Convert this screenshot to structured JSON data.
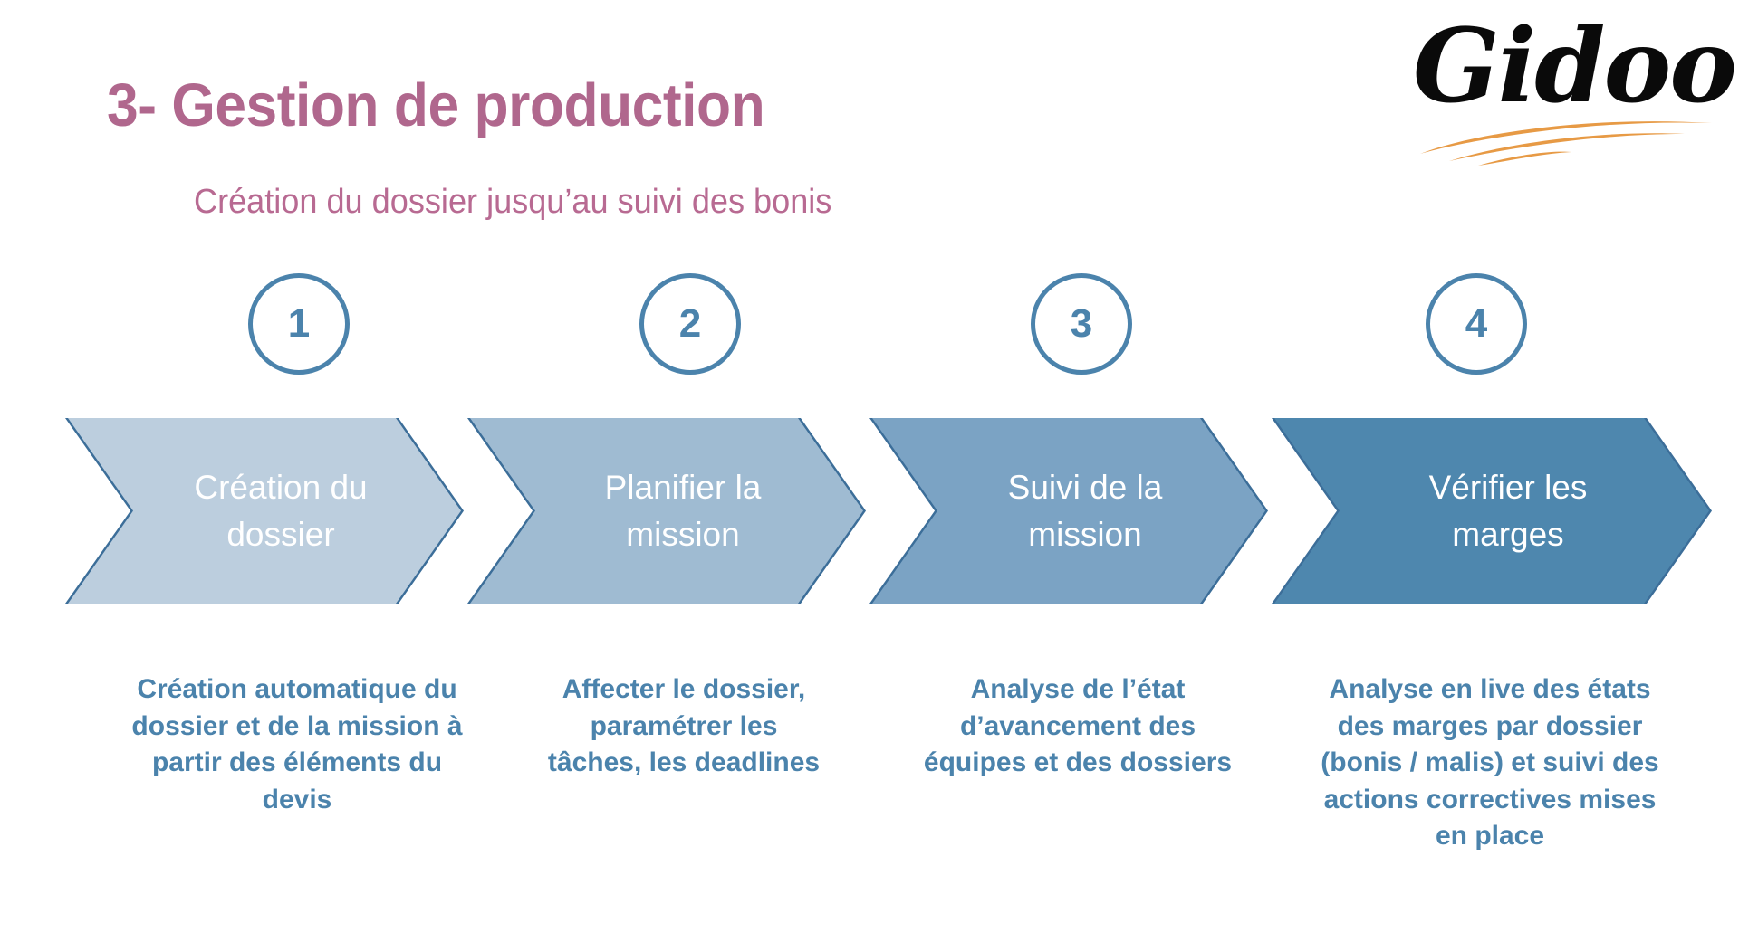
{
  "header": {
    "title": "3- Gestion de production",
    "subtitle": "Création du dossier jusqu’au suivi des bonis",
    "title_color": "#B0678D",
    "subtitle_color": "#B86A92"
  },
  "logo": {
    "wordmark": "Gidoo",
    "text_color": "#000000",
    "swoosh_color": "#E79A45"
  },
  "theme": {
    "accent_blue": "#4B83AC",
    "outline_blue": "#3C6E99",
    "chevron_fills": [
      "#BCCEDE",
      "#9FBBD2",
      "#7BA3C4",
      "#4E87AE"
    ],
    "background": "#FFFFFF"
  },
  "steps": [
    {
      "number": "1",
      "label": "Création du dossier",
      "description": "Création automatique du dossier et de la mission à partir des éléments du devis",
      "fill": "#BCCEDE"
    },
    {
      "number": "2",
      "label": "Planifier la mission",
      "description": "Affecter le dossier, paramétrer les tâches, les deadlines",
      "fill": "#9FBBD2"
    },
    {
      "number": "3",
      "label": "Suivi de la mission",
      "description": "Analyse de l’état d’avancement des équipes et des dossiers",
      "fill": "#7BA3C4"
    },
    {
      "number": "4",
      "label": "Vérifier les marges",
      "description": "Analyse en live des états des marges par dossier (bonis / malis) et suivi des actions correctives mises en place",
      "fill": "#4E87AE"
    }
  ]
}
